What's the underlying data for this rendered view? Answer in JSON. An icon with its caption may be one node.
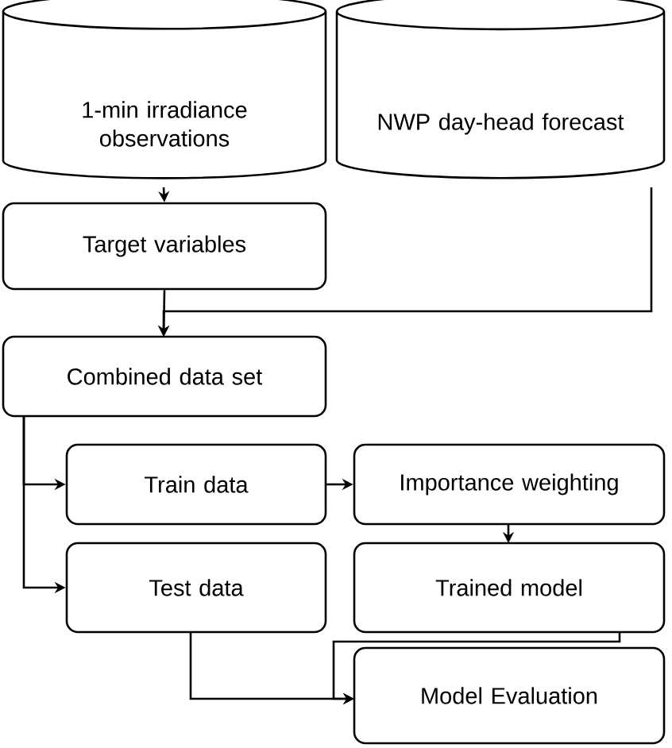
{
  "diagram": {
    "nodes": [
      {
        "text": [
          "1-min irradiance observations"
        ]
      },
      {
        "text": [
          "NWP day-head forecast"
        ]
      },
      {
        "text": [
          "Target variables"
        ]
      },
      {
        "text": [
          "Combined data set"
        ]
      },
      {
        "text": [
          "Train data"
        ]
      },
      {
        "text": [
          "Importance weighting"
        ]
      },
      {
        "text": [
          "Test data"
        ]
      },
      {
        "text": [
          "Trained model"
        ]
      },
      {
        "text": [
          "Model Evaluation"
        ]
      }
    ],
    "edges": [
      {
        "from": 0,
        "to": 2,
        "arrow": "to"
      },
      {
        "from": 2,
        "to": 3,
        "arrow": "to"
      },
      {
        "from": 1,
        "to": 3,
        "arrow": "to"
      },
      {
        "from": 3,
        "to": 4,
        "arrow": "to"
      },
      {
        "from": 3,
        "to": 6,
        "arrow": "to"
      },
      {
        "from": 4,
        "to": 5,
        "arrow": "to"
      },
      {
        "from": 5,
        "to": 7,
        "arrow": "to"
      },
      {
        "from": 6,
        "to": 8,
        "arrow": "to"
      },
      {
        "from": 7,
        "to": 8,
        "arrow": "to"
      }
    ]
  }
}
